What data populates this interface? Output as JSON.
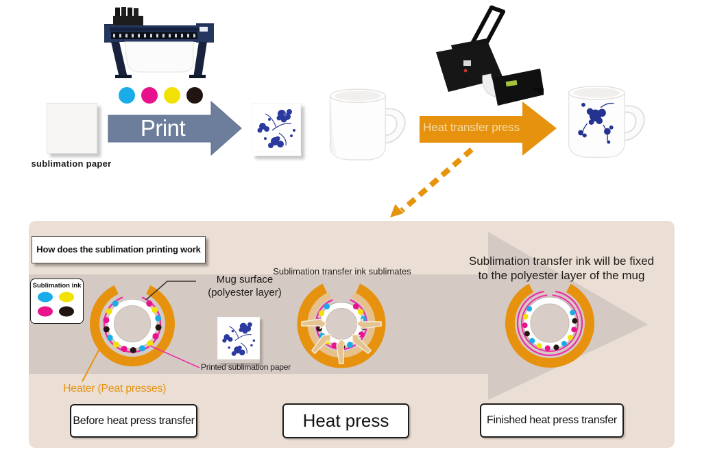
{
  "top_flow": {
    "sublimation_paper_label": "sublimation paper",
    "print_label": "Print",
    "heat_press_label": "Heat transfer press"
  },
  "panel": {
    "title": "How does the sublimation printing work",
    "legend_title": "Sublimation ink",
    "mug_surface_1": "Mug surface",
    "mug_surface_2": "(polyester layer)",
    "printed_paper": "Printed sublimation paper",
    "heater": "Heater (Peat presses)",
    "stage2_caption": "Sublimation transfer ink sublimates",
    "stage3_caption_1": "Sublimation transfer ink will be fixed",
    "stage3_caption_2": "to the polyester layer of the mug",
    "stage_boxes": [
      "Before heat press transfer",
      "Heat press",
      "Finished heat press transfer"
    ]
  },
  "palette": {
    "panel_bg": "#ebdfd5",
    "flow_band": "#d5c9c4",
    "heater_orange": "#e6920f",
    "print_arrow_blue": "#6d7d9c",
    "ink_cyan": "#1aace8",
    "ink_magenta": "#e8128c",
    "ink_yellow": "#f2e203",
    "ink_black": "#201511",
    "paper_pink_line": "#ee2fa5",
    "press_arrow_tan": "#e4c291",
    "mug_pattern_blue": "#24338f"
  }
}
